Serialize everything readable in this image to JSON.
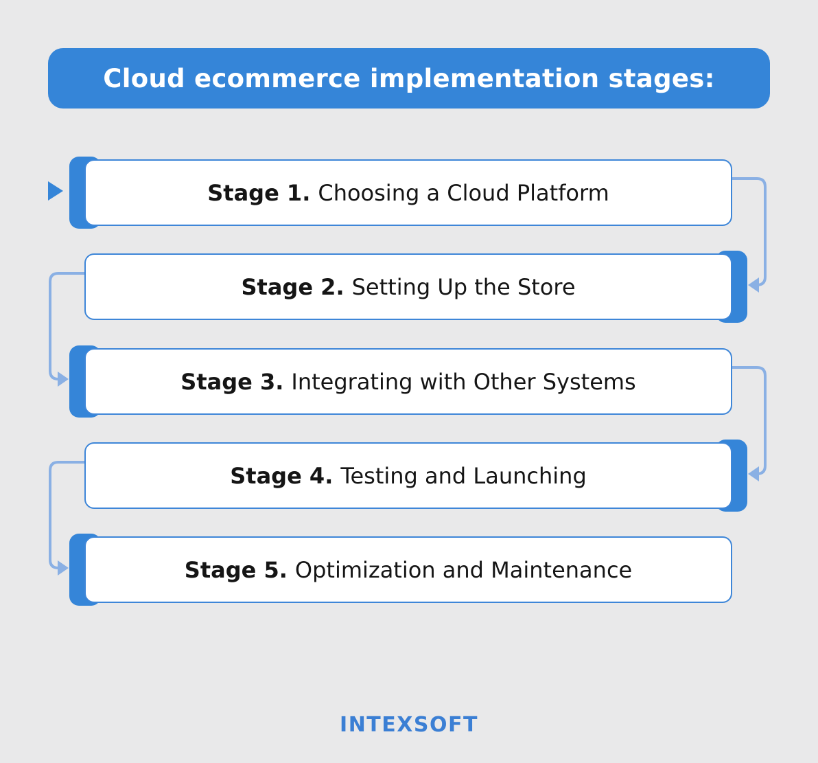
{
  "title": "Cloud ecommerce implementation stages:",
  "stages": [
    {
      "label": "Stage 1.",
      "title": "Choosing a Cloud Platform",
      "accent_side": "left"
    },
    {
      "label": "Stage 2.",
      "title": "Setting Up the Store",
      "accent_side": "right"
    },
    {
      "label": "Stage 3.",
      "title": "Integrating with Other Systems",
      "accent_side": "left"
    },
    {
      "label": "Stage 4.",
      "title": "Testing and Launching",
      "accent_side": "right"
    },
    {
      "label": "Stage 5.",
      "title": "Optimization and Maintenance",
      "accent_side": "left"
    }
  ],
  "footer": {
    "logo_text": "INTEXSOFT"
  },
  "icons": {
    "start_marker": "play-triangle",
    "flow_arrowhead": "solid-triangle-arrow"
  },
  "colors": {
    "background": "#e9e9ea",
    "primary_blue": "#3585d8",
    "box_border_blue": "#3e86d8",
    "connector_blue": "#8ab0e4",
    "text_dark": "#151515",
    "title_text": "#ffffff",
    "logo_blue": "#3b7fd4",
    "box_fill": "#ffffff"
  }
}
